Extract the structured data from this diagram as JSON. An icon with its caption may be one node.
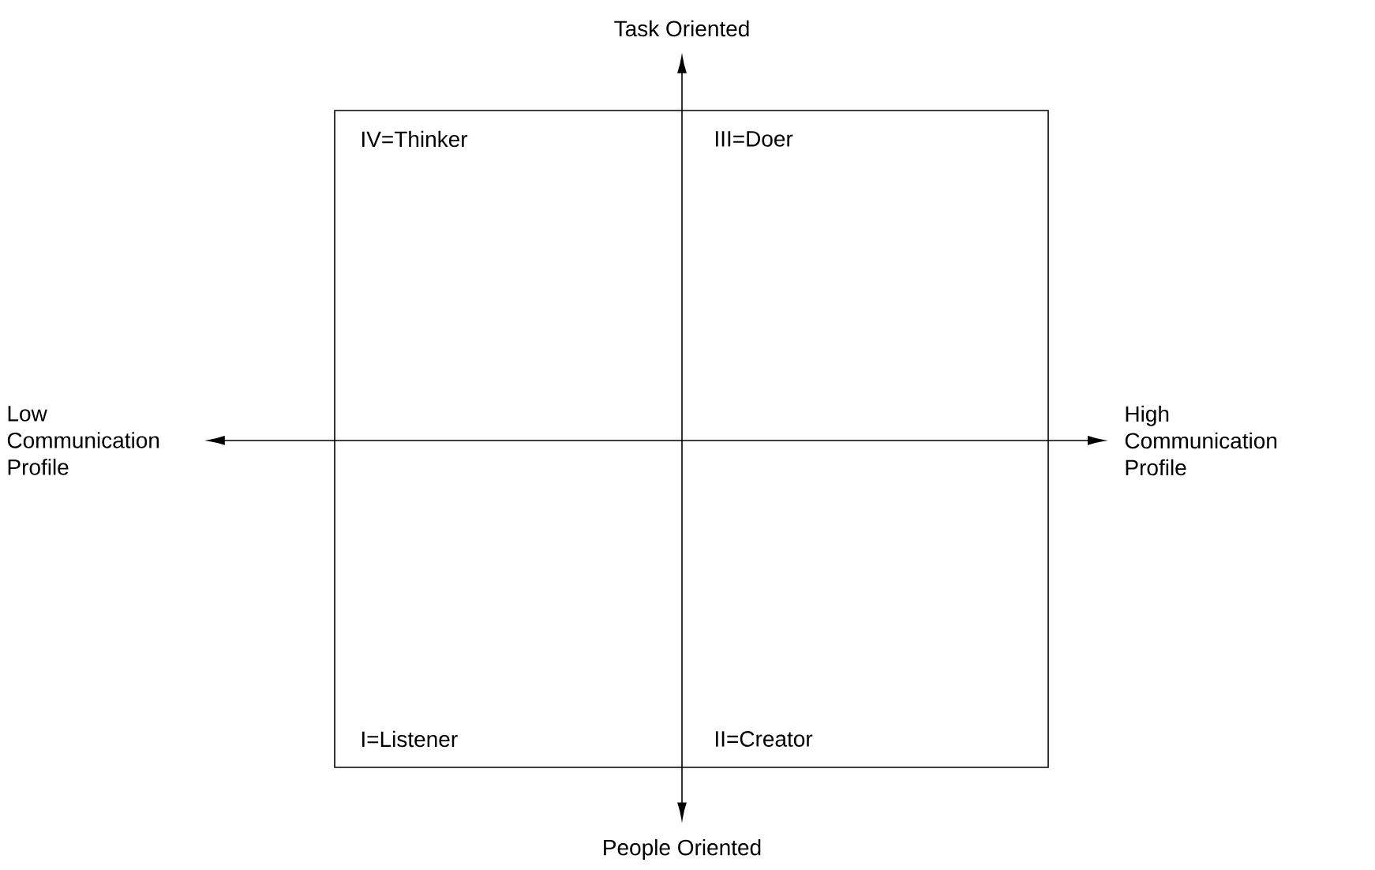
{
  "diagram": {
    "nodes": [
      {
        "text": [
          "Task Oriented"
        ]
      },
      {
        "text": [
          "Low Communication Profile"
        ]
      },
      {
        "text": [
          "High Communication Profile"
        ]
      },
      {
        "text": [
          "People Oriented"
        ]
      }
    ],
    "edges": [
      {
        "from": 1,
        "to": 2,
        "arrow": "both"
      },
      {
        "from": 0,
        "to": 3,
        "arrow": "both"
      }
    ],
    "labels": [
      "IV=Thinker",
      "III=Doer",
      "I=Listener",
      "II=Creator"
    ]
  }
}
